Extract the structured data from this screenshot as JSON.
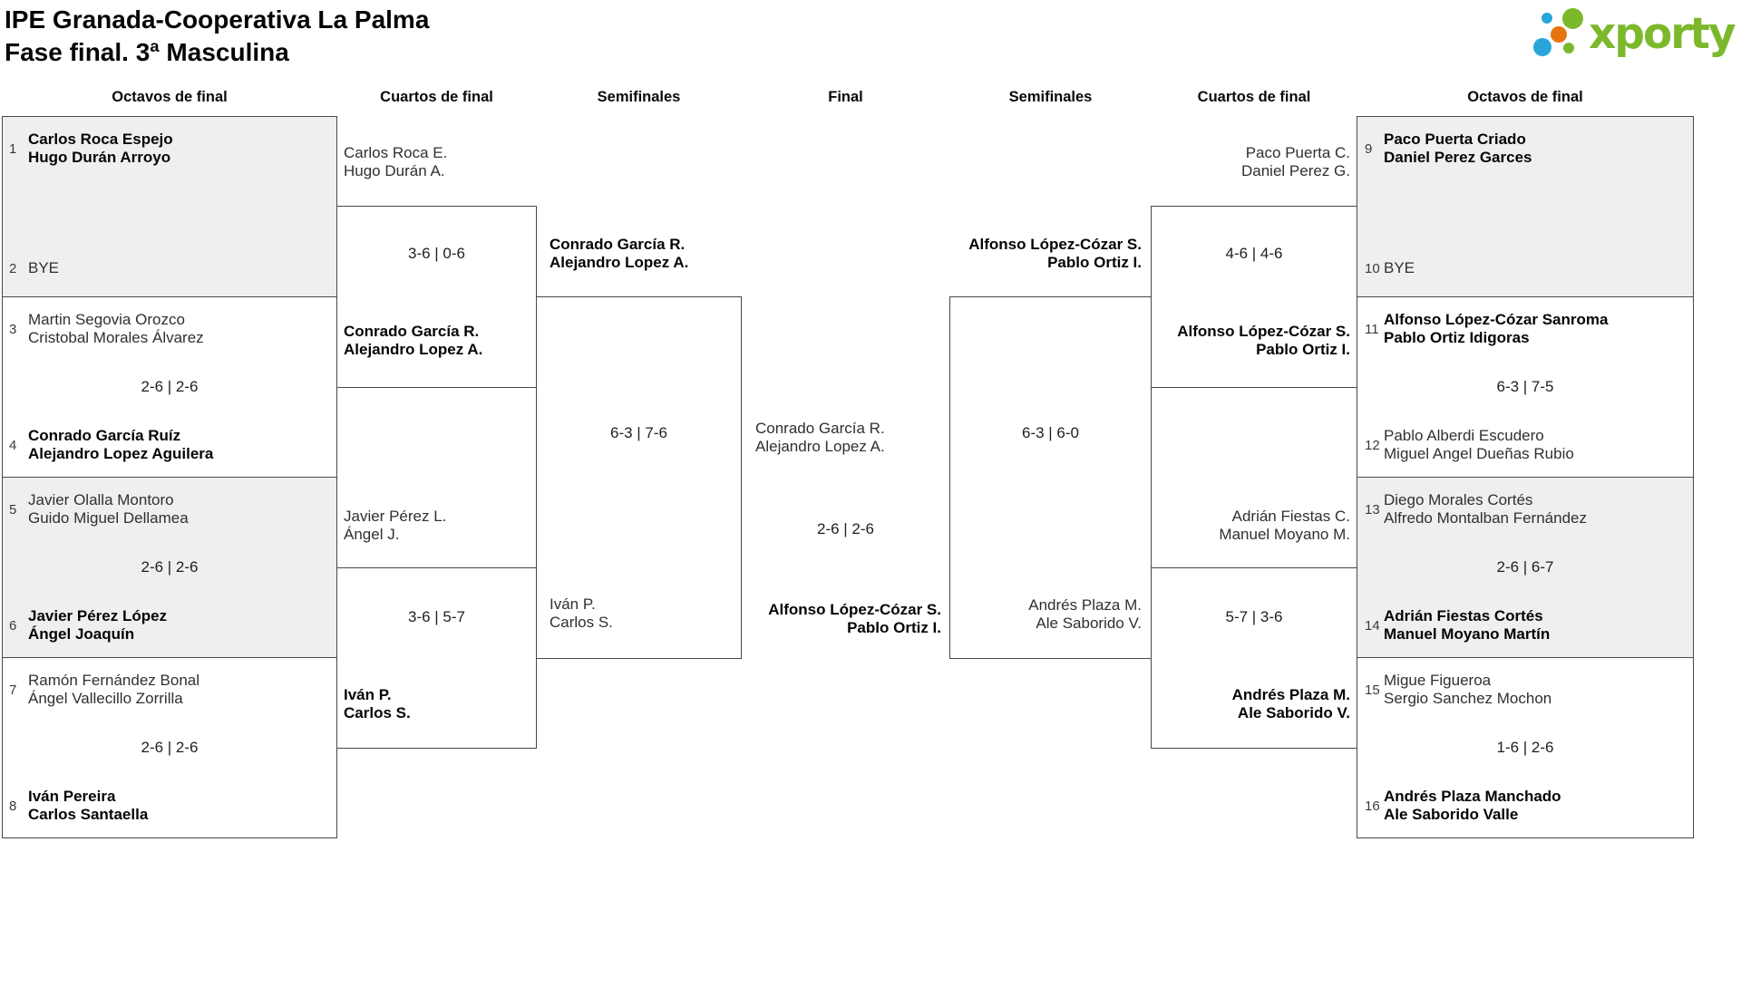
{
  "theme": {
    "brand-green": "#7cb82c",
    "brand-blue": "#2aa5dc",
    "brand-orange": "#e8740e",
    "box-gray": "#efefef",
    "line": "#484848",
    "text": "#303030",
    "text-strong": "#050505"
  },
  "title": {
    "line1": "IPE Granada-Cooperativa La Palma",
    "line2": "Fase final. 3ª Masculina"
  },
  "logo": {
    "text": "xporty"
  },
  "rounds": {
    "r1": "Octavos de final",
    "r2": "Cuartos de final",
    "r3": "Semifinales",
    "r4": "Final",
    "r5": "Semifinales",
    "r6": "Cuartos de final",
    "r7": "Octavos de final"
  },
  "left": {
    "oct1": {
      "seed_a": "1",
      "a1": "Carlos Roca Espejo",
      "a2": "Hugo Durán Arroyo",
      "seed_b": "2",
      "b1": "BYE"
    },
    "oct2": {
      "seed_a": "3",
      "a1": "Martin Segovia Orozco",
      "a2": "Cristobal Morales Álvarez",
      "score": "2-6 | 2-6",
      "seed_b": "4",
      "b1": "Conrado García Ruíz",
      "b2": "Alejandro Lopez Aguilera"
    },
    "oct3": {
      "seed_a": "5",
      "a1": "Javier Olalla Montoro",
      "a2": "Guido Miguel Dellamea",
      "score": "2-6 | 2-6",
      "seed_b": "6",
      "b1": "Javier Pérez López",
      "b2": "Ángel Joaquín"
    },
    "oct4": {
      "seed_a": "7",
      "a1": "Ramón Fernández Bonal",
      "a2": "Ángel Vallecillo Zorrilla",
      "score": "2-6 | 2-6",
      "seed_b": "8",
      "b1": "Iván Pereira",
      "b2": "Carlos Santaella"
    },
    "q1": {
      "feeder1": "Carlos Roca E.",
      "feeder2": "Hugo Durán A.",
      "score": "3-6 | 0-6",
      "winner1": "Conrado García R.",
      "winner2": "Alejandro Lopez A."
    },
    "q2": {
      "feeder1": "Javier Pérez L.",
      "feeder2": "Ángel J.",
      "score": "3-6 | 5-7",
      "winner1": "Iván P.",
      "winner2": "Carlos S."
    },
    "semi": {
      "top1": "Conrado García R.",
      "top2": "Alejandro Lopez A.",
      "score": "6-3 | 7-6",
      "bottom1": "Iván P.",
      "bottom2": "Carlos S."
    }
  },
  "final": {
    "top1": "Conrado García R.",
    "top2": "Alejandro Lopez A.",
    "score": "2-6 | 2-6",
    "bottom1": "Alfonso López-Cózar S.",
    "bottom2": "Pablo Ortiz I."
  },
  "right": {
    "semi": {
      "top1": "Alfonso López-Cózar S.",
      "top2": "Pablo Ortiz I.",
      "score": "6-3 | 6-0",
      "bottom1": "Andrés Plaza M.",
      "bottom2": "Ale Saborido V."
    },
    "q1": {
      "feeder1": "Paco Puerta C.",
      "feeder2": "Daniel Perez G.",
      "score": "4-6 | 4-6",
      "winner1": "Alfonso López-Cózar S.",
      "winner2": "Pablo Ortiz I."
    },
    "q2": {
      "feeder1": "Adrián Fiestas C.",
      "feeder2": "Manuel Moyano M.",
      "score": "5-7 | 3-6",
      "winner1": "Andrés Plaza M.",
      "winner2": "Ale Saborido V."
    },
    "oct1": {
      "seed_a": "9",
      "a1": "Paco Puerta Criado",
      "a2": "Daniel Perez Garces",
      "seed_b": "10",
      "b1": "BYE"
    },
    "oct2": {
      "seed_a": "11",
      "a1": "Alfonso López-Cózar Sanroma",
      "a2": "Pablo Ortiz Idigoras",
      "score": "6-3 | 7-5",
      "seed_b": "12",
      "b1": "Pablo Alberdi Escudero",
      "b2": "Miguel Angel Dueñas Rubio"
    },
    "oct3": {
      "seed_a": "13",
      "a1": "Diego Morales Cortés",
      "a2": "Alfredo Montalban Fernández",
      "score": "2-6 | 6-7",
      "seed_b": "14",
      "b1": "Adrián Fiestas Cortés",
      "b2": "Manuel Moyano Martín"
    },
    "oct4": {
      "seed_a": "15",
      "a1": "Migue Figueroa",
      "a2": "Sergio Sanchez Mochon",
      "score": "1-6 | 2-6",
      "seed_b": "16",
      "b1": "Andrés Plaza Manchado",
      "b2": "Ale Saborido Valle"
    }
  }
}
